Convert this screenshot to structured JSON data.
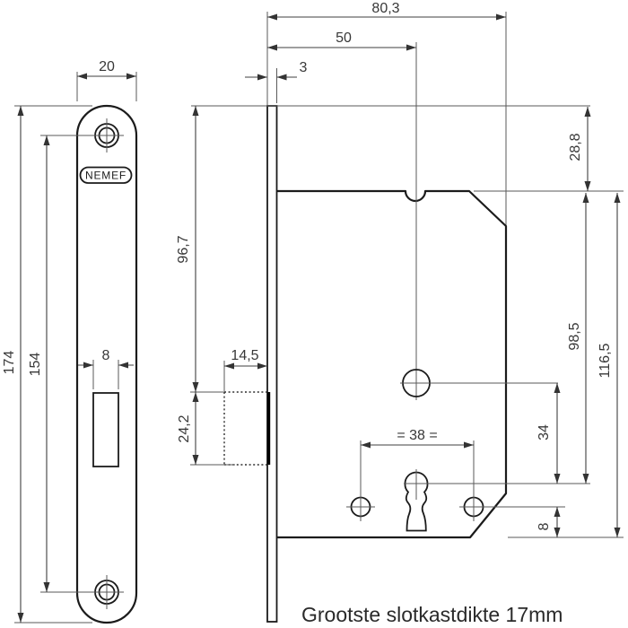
{
  "drawing": {
    "brand": "NEMEF",
    "caption": "Grootste slotkastdikte 17mm",
    "colors": {
      "background": "#ffffff",
      "ink": "#1b1b1b",
      "dim_line": "#3f3f3f"
    },
    "labels": {
      "faceplate_width": "20",
      "faceplate_height": "174",
      "screw_distance": "154",
      "slot_width": "8",
      "total_depth": "80,3",
      "backset": "50",
      "plate_thickness": "3",
      "top_offset": "28,8",
      "plate_to_latch": "96,7",
      "latch_height": "24,2",
      "case_front_depth": "14,5",
      "case_to_keyhole": "98,5",
      "case_height": "116,5",
      "spindle_to_keyhole": "34",
      "screw_span": "= 38 =",
      "keyhole_to_bottom": "8"
    }
  }
}
